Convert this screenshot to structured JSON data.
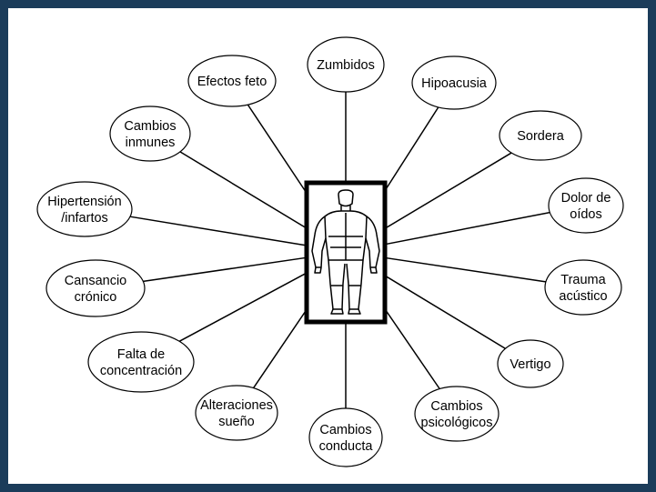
{
  "diagram": {
    "center": {
      "icon": "human-body-figure-icon"
    },
    "effects": [
      {
        "id": "zumbidos",
        "lines": [
          "Zumbidos"
        ]
      },
      {
        "id": "hipoacusia",
        "lines": [
          "Hipoacusia"
        ]
      },
      {
        "id": "sordera",
        "lines": [
          "Sordera"
        ]
      },
      {
        "id": "dolor-de-oidos",
        "lines": [
          "Dolor de",
          "oídos"
        ]
      },
      {
        "id": "trauma-acustico",
        "lines": [
          "Trauma",
          "acústico"
        ]
      },
      {
        "id": "vertigo",
        "lines": [
          "Vertigo"
        ]
      },
      {
        "id": "cambios-psicologicos",
        "lines": [
          "Cambios",
          "psicológicos"
        ]
      },
      {
        "id": "cambios-conducta",
        "lines": [
          "Cambios",
          "conducta"
        ]
      },
      {
        "id": "alteraciones-sueno",
        "lines": [
          "Alteraciones",
          "sueño"
        ]
      },
      {
        "id": "falta-de-concentracion",
        "lines": [
          "Falta de",
          "concentración"
        ]
      },
      {
        "id": "cansancio-cronico",
        "lines": [
          "Cansancio",
          "crónico"
        ]
      },
      {
        "id": "hipertension-infartos",
        "lines": [
          "Hipertensión",
          "/infartos"
        ]
      },
      {
        "id": "cambios-inmunes",
        "lines": [
          "Cambios",
          "inmunes"
        ]
      },
      {
        "id": "efectos-feto",
        "lines": [
          "Efectos feto"
        ]
      }
    ],
    "colors": {
      "frame": "#1b3c5a",
      "line": "#000000",
      "text": "#000000"
    }
  }
}
